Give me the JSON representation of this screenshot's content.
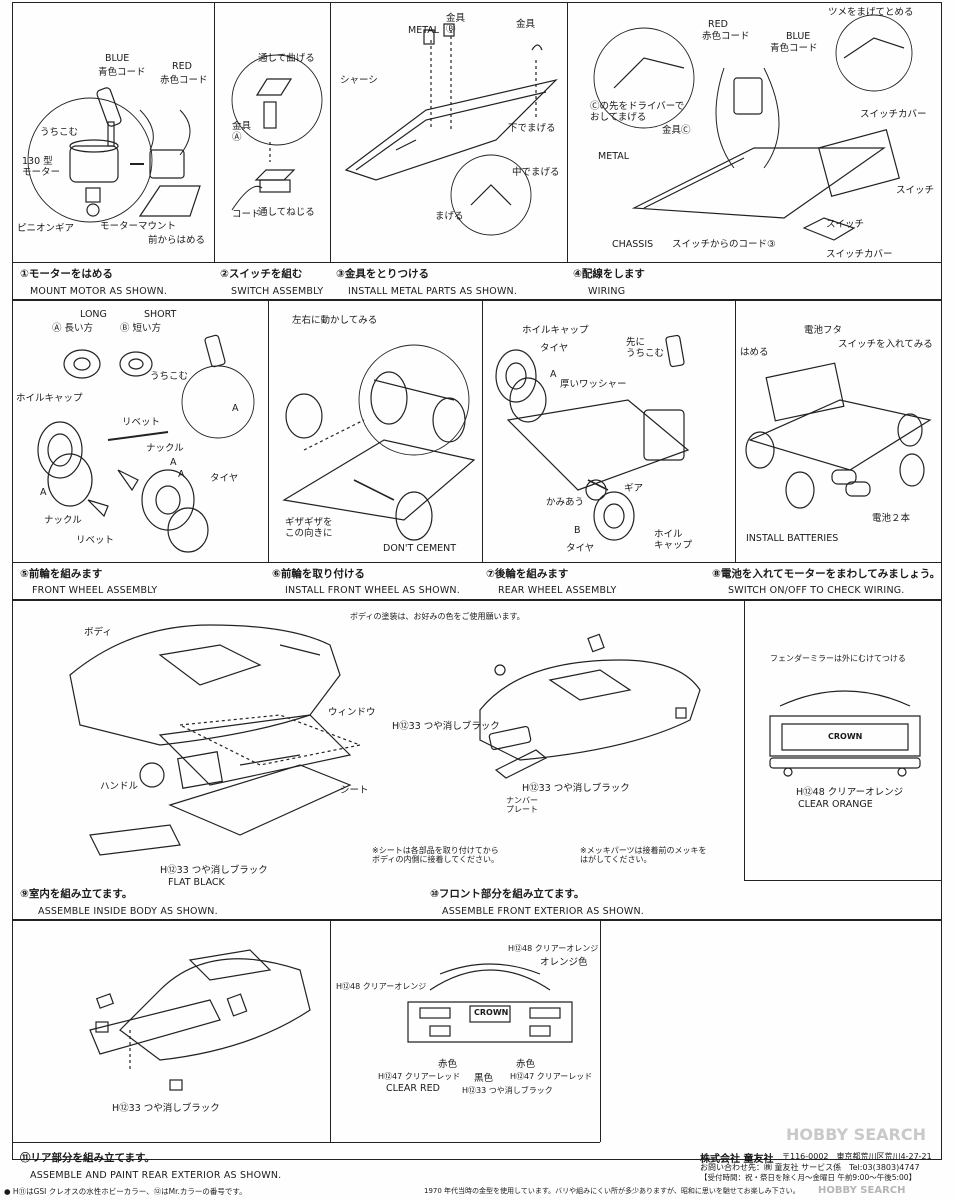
{
  "steps": [
    {
      "ja": "①モーターをはめる",
      "en": "MOUNT MOTOR AS SHOWN."
    },
    {
      "ja": "②スイッチを組む",
      "en": "SWITCH ASSEMBLY"
    },
    {
      "ja": "③金具をとりつける",
      "en": "INSTALL METAL PARTS AS SHOWN."
    },
    {
      "ja": "④配線をします",
      "en": "WIRING"
    },
    {
      "ja": "⑤前輪を組みます",
      "en": "FRONT WHEEL ASSEMBLY"
    },
    {
      "ja": "⑥前輪を取り付ける",
      "en": "INSTALL FRONT WHEEL AS SHOWN."
    },
    {
      "ja": "⑦後輪を組みます",
      "en": "REAR WHEEL ASSEMBLY"
    },
    {
      "ja": "⑧電池を入れてモーターをまわしてみましょう。",
      "en": "SWITCH ON/OFF TO CHECK WIRING."
    },
    {
      "ja": "⑨室内を組み立てます。",
      "en": "ASSEMBLE INSIDE BODY AS SHOWN."
    },
    {
      "ja": "⑩フロント部分を組み立てます。",
      "en": "ASSEMBLE FRONT EXTERIOR AS SHOWN."
    },
    {
      "ja": "⑪リア部分を組み立てます。",
      "en": "ASSEMBLE AND PAINT REAR EXTERIOR AS SHOWN."
    }
  ],
  "s1": {
    "blue_en": "BLUE",
    "blue_ja": "青色コード",
    "red_en": "RED",
    "red_ja": "赤色コード",
    "uchikomu": "うちこむ",
    "motor": "130 型\nモーター",
    "pinion": "ピニオンギア",
    "mount": "モーターマウント",
    "front_in": "前からはめる"
  },
  "s2": {
    "bend": "通して曲げる",
    "kanagu_a": "金具\nⒶ",
    "cord": "コード",
    "twist": "通してねじる"
  },
  "s3": {
    "metal": "METAL",
    "kanagu_b": "金具\nⒷ",
    "kanagu": "金具",
    "chassis": "シャーシ",
    "bend_down": "下でまげる",
    "bend_mid": "中でまげる",
    "bend": "まげる"
  },
  "s4": {
    "red_en": "RED",
    "red_ja": "赤色コード",
    "blue_en": "BLUE",
    "blue_ja": "青色コード",
    "claw": "ツメをまげてとめる",
    "driver": "Ⓒの先をドライバーで\nおしてまげる",
    "kanagu_c": "金具Ⓒ",
    "metal": "METAL",
    "switch_cover": "スイッチカバー",
    "switch": "スイッチ",
    "switch2": "スイッチ",
    "chassis": "CHASSIS",
    "switch_cord": "スイッチからのコード③",
    "switch_cover2": "スイッチカバー"
  },
  "s5": {
    "long_en": "LONG",
    "long_ja": "Ⓐ 長い方",
    "short_en": "SHORT",
    "short_ja": "Ⓑ 短い方",
    "uchikomu": "うちこむ",
    "a1": "A",
    "wheel_cap": "ホイルキャップ",
    "rivet": "リベット",
    "knuckle": "ナックル",
    "a2": "A",
    "a3": "A",
    "tire": "タイヤ",
    "a4": "A",
    "knuckle2": "ナックル",
    "rivet2": "リベット"
  },
  "s6": {
    "move": "左右に動かしてみる",
    "zigzag": "ギザギザを\nこの向きに",
    "dont_cement": "DON'T CEMENT"
  },
  "s7": {
    "wheel_cap": "ホイルキャップ",
    "tire": "タイヤ",
    "a": "A",
    "washer": "厚いワッシャー",
    "tip": "先に\nうちこむ",
    "gear": "ギア",
    "mesh": "かみあう",
    "b": "B",
    "wheel": "ホイル\nキャップ",
    "tire2": "タイヤ"
  },
  "s8": {
    "lid": "電池フタ",
    "hameru": "はめる",
    "switch_on": "スイッチを入れてみる",
    "batteries": "電池２本",
    "install": "INSTALL BATTERIES"
  },
  "s9": {
    "note_top": "ボディの塗装は、お好みの色をご使用願います。",
    "body": "ボディ",
    "window": "ウィンドウ",
    "handle": "ハンドル",
    "seat": "シート",
    "flat_black_ja": "H⑫33 つや消しブラック",
    "flat_black_en": "FLAT BLACK",
    "seat_note": "※シートは各部品を取り付けてから\nボディの内側に接着してください。"
  },
  "s10": {
    "flat_black": "H⑫33 つや消しブラック",
    "flat_black2": "H⑫33 つや消しブラック",
    "plate": "ナンバー\nプレート",
    "plating_note": "※メッキパーツは接着前のメッキを\nはがしてください。",
    "mirror_note": "フェンダーミラーは外にむけてつける",
    "clear_orange_ja": "H⑫48 クリアーオレンジ",
    "clear_orange_en": "CLEAR ORANGE",
    "crown": "CROWN"
  },
  "s11a": {
    "flat_black": "H⑫33 つや消しブラック"
  },
  "s11b": {
    "clear_orange": "H⑫48 クリアーオレンジ",
    "orange": "オレンジ色",
    "clear_orange2": "H⑫48 クリアーオレンジ",
    "red1": "赤色",
    "red2": "赤色",
    "clear_red": "H⑫47 クリアーレッド",
    "clear_red2": "H⑫47 クリアーレッド",
    "clear_red_en": "CLEAR RED",
    "black": "黒色",
    "flat_black": "H⑫33 つや消しブラック",
    "crown": "CROWN"
  },
  "footer": {
    "company": "株式会社 童友社",
    "postal": "〒116-0002　東京都荒川区荒川4-27-21",
    "contact": "お問い合わせ先：㈱ 童友社 サービス係　Tel:03(3803)4747",
    "hours": "【受付時間：祝・祭日を除く月～金曜日 午前9:00～午後5:00】",
    "paint_note": "● H⑪はGSI クレオスの水性ホビーカラー、⑫はMr.カラーの番号です。",
    "mold_note": "1970 年代当時の金型を使用しています。バリや組みにくい所が多少ありますが、昭和に思いを馳せてお楽しみ下さい。",
    "watermark": "HOBBY SEARCH",
    "watermark_small": "HOBBY SEARCH"
  }
}
